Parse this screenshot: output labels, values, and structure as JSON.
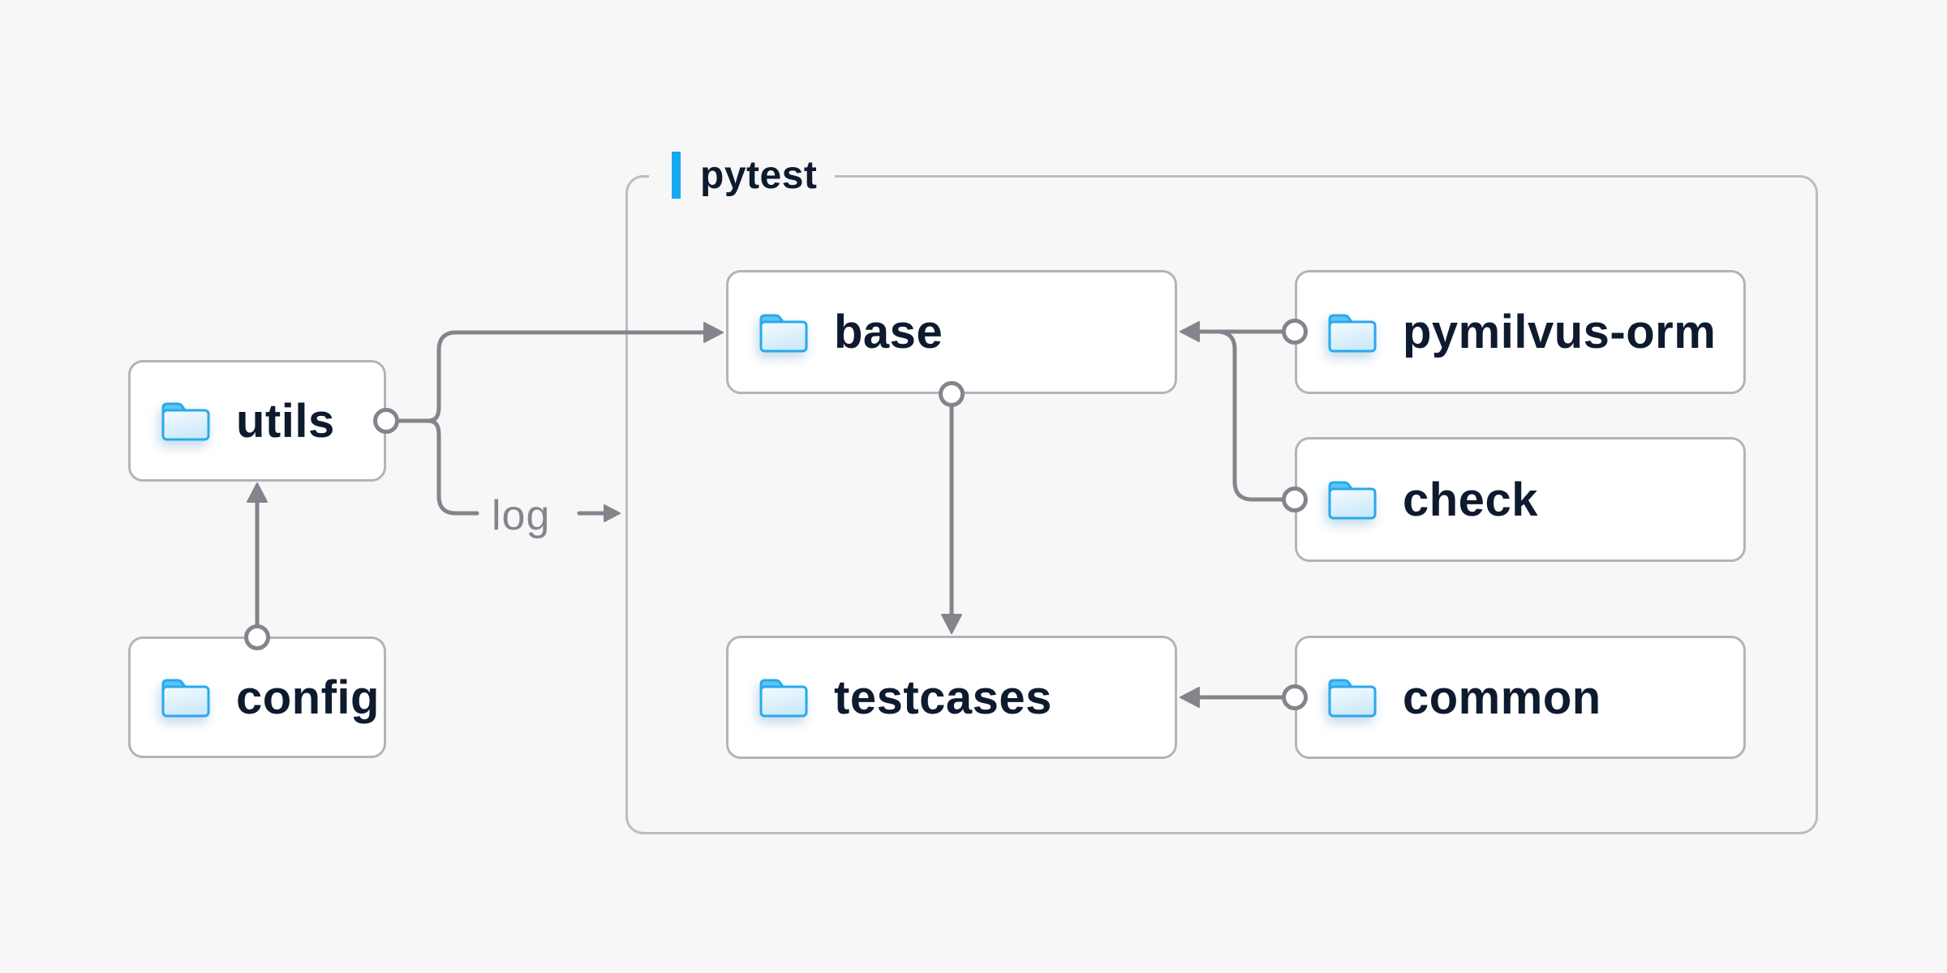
{
  "page": {
    "background": "#f7f7f8"
  },
  "colors": {
    "accent_blue": "#14a9f1",
    "connector_gray": "#84848d",
    "node_border": "#b3b3bc",
    "container_border": "#bcbcc4",
    "label_navy": "#0e1a2e",
    "node_background": "#ffffff",
    "folder_blue": "#29a9ec"
  },
  "container": {
    "label": "pytest"
  },
  "nodes": {
    "utils": {
      "label": "utils",
      "icon": "folder-icon"
    },
    "config": {
      "label": "config",
      "icon": "folder-icon"
    },
    "base": {
      "label": "base",
      "icon": "folder-icon"
    },
    "pymilvus": {
      "label": "pymilvus-orm",
      "icon": "folder-icon"
    },
    "check": {
      "label": "check",
      "icon": "folder-icon"
    },
    "testcases": {
      "label": "testcases",
      "icon": "folder-icon"
    },
    "common": {
      "label": "common",
      "icon": "folder-icon"
    }
  },
  "edge_label": {
    "log": "log"
  },
  "edges": [
    {
      "from": "config",
      "to": "utils"
    },
    {
      "from": "utils",
      "to": "base"
    },
    {
      "from": "utils",
      "to": "log"
    },
    {
      "from": "pymilvus-orm",
      "to": "base"
    },
    {
      "from": "check",
      "to": "base"
    },
    {
      "from": "base",
      "to": "testcases"
    },
    {
      "from": "common",
      "to": "testcases"
    }
  ]
}
